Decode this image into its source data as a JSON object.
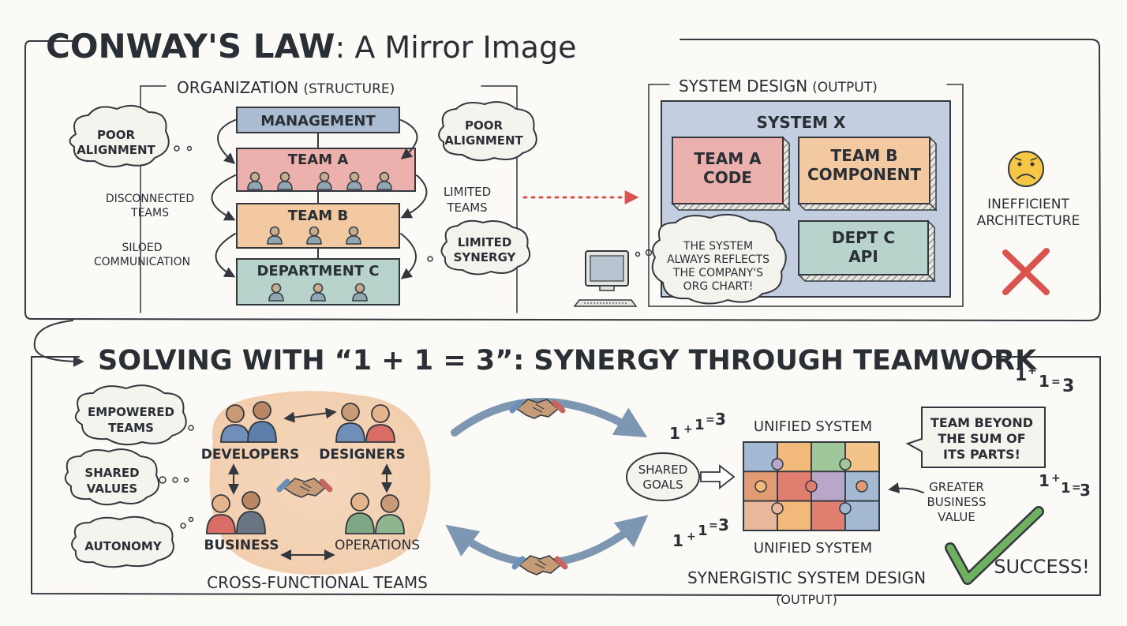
{
  "title": {
    "bold": "CONWAY'S LAW",
    "rest": ": A Mirror Image"
  },
  "organization": {
    "heading": "ORGANIZATION",
    "heading_sub": "(STRUCTURE)",
    "management": "MANAGEMENT",
    "team_a": "TEAM A",
    "team_b": "TEAM B",
    "department_c": "DEPARTMENT C",
    "cloud_left": [
      "POOR",
      "ALIGNMENT"
    ],
    "cloud_right_top": [
      "POOR",
      "ALIGNMENT"
    ],
    "cloud_right_bottom": [
      "LIMITED",
      "SYNERGY"
    ],
    "note_disconnected": [
      "DISCONNECTED",
      "TEAMS"
    ],
    "note_siloed": [
      "SILOED",
      "COMMUNICATION"
    ],
    "note_limited": [
      "LIMITED",
      "TEAMS"
    ]
  },
  "system_design": {
    "heading": "SYSTEM DESIGN",
    "heading_sub": "(OUTPUT)",
    "system": "SYSTEM X",
    "block_a": [
      "TEAM A",
      "CODE"
    ],
    "block_b": [
      "TEAM B",
      "COMPONENT"
    ],
    "block_c": [
      "DEPT C",
      "API"
    ],
    "thought": [
      "THE SYSTEM",
      "ALWAYS REFLECTS",
      "THE COMPANY'S",
      "ORG CHART!"
    ],
    "inefficient": [
      "INEFFICIENT",
      "ARCHITECTURE"
    ]
  },
  "solution": {
    "title": "SOLVING WITH “1 + 1 = 3”: SYNERGY THROUGH TEAMWORK",
    "clouds": [
      [
        "EMPOWERED",
        "TEAMS"
      ],
      [
        "SHARED",
        "VALUES"
      ],
      [
        "AUTONOMY"
      ]
    ],
    "roles": {
      "developers": "DEVELOPERS",
      "designers": "DESIGNERS",
      "business": "BUSINESS",
      "operations": "OPERATIONS"
    },
    "cross_functional": "CROSS-FUNCTIONAL TEAMS",
    "shared_goals": [
      "SHARED",
      "GOALS"
    ],
    "unified_top": "UNIFIED SYSTEM",
    "unified_bottom": "UNIFIED SYSTEM",
    "speech": [
      "TEAM BEYOND",
      "THE SUM OF",
      "ITS PARTS!"
    ],
    "greater_value": [
      "GREATER",
      "BUSINESS",
      "VALUE"
    ],
    "synergistic": "SYNERGISTIC SYSTEM DESIGN",
    "synergistic_sub": "(OUTPUT)",
    "success": "SUCCESS!",
    "equation": {
      "a": "1",
      "plus": "+",
      "b": "1",
      "eq": "=",
      "result": "3"
    }
  },
  "colors": {
    "management": "#a9bcd2",
    "team_a": "#ecb1ac",
    "team_b": "#f3c9a2",
    "department_c": "#b7d3cc",
    "system_bg": "#c3cfe0",
    "red": "#d9534f",
    "green": "#6fb061",
    "arrow_blue": "#7d97b3"
  }
}
